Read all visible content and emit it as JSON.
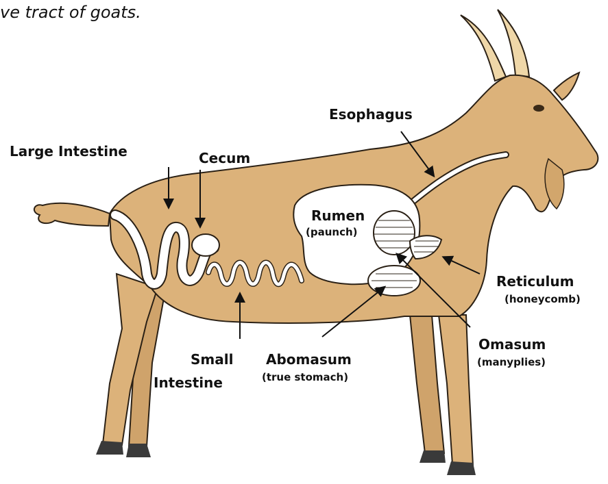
{
  "caption": "ve tract of goats.",
  "colors": {
    "body": "#dcb27a",
    "outline": "#2a2015",
    "organ": "#ffffff",
    "hoof": "#3a3a3a"
  },
  "labels": {
    "esophagus": "Esophagus",
    "large_intestine": "Large Intestine",
    "cecum": "Cecum",
    "rumen": "Rumen",
    "rumen_sub": "(paunch)",
    "reticulum": "Reticulum",
    "reticulum_sub": "(honeycomb)",
    "omasum": "Omasum",
    "omasum_sub": "(manyplies)",
    "abomasum": "Abomasum",
    "abomasum_sub": "(true stomach)",
    "small_intestine_1": "Small",
    "small_intestine_2": "Intestine"
  }
}
